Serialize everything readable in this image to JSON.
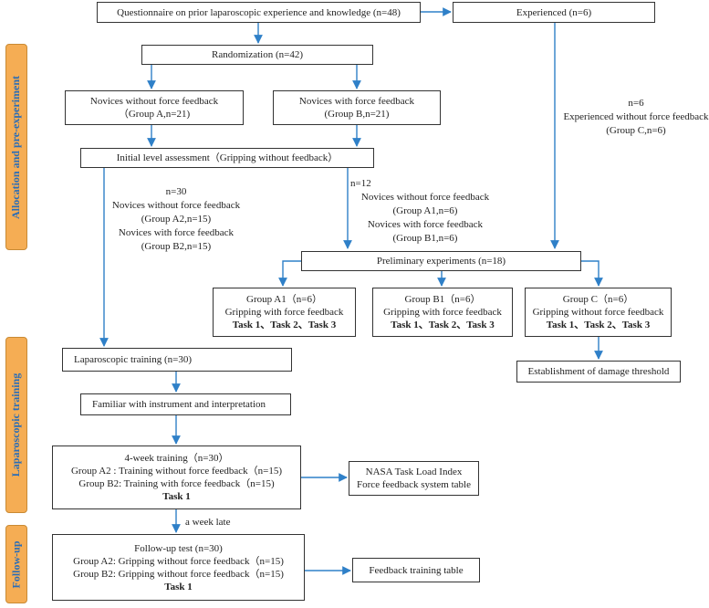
{
  "phases": {
    "allocation": "Allocation and pre-experiment",
    "training": "Laparoscopic training",
    "followup": "Follow-up"
  },
  "boxes": {
    "questionnaire": "Questionnaire on prior laparoscopic experience and knowledge (n=48)",
    "experienced": "Experienced (n=6)",
    "randomization": "Randomization (n=42)",
    "group_a": [
      "Novices without force feedback",
      "（Group A,n=21)"
    ],
    "group_b": [
      "Novices with force feedback",
      "(Group B,n=21)"
    ],
    "initial": "Initial level assessment（Gripping without feedback）",
    "preliminary": "Preliminary experiments (n=18)",
    "group_a1": [
      "Group A1（n=6）",
      "Gripping with force feedback",
      "Task 1、Task 2、Task 3"
    ],
    "group_b1": [
      "Group B1（n=6）",
      "Gripping with force feedback",
      "Task 1、Task 2、Task 3"
    ],
    "group_c": [
      "Group C（n=6）",
      "Gripping without force feedback",
      "Task 1、Task 2、Task 3"
    ],
    "damage": "Establishment of damage threshold",
    "lap_training": "Laparoscopic training (n=30)",
    "familiar": "Familiar with instrument and interpretation",
    "four_week": [
      "4-week training（n=30）",
      "Group A2 : Training without force feedback（n=15)",
      "Group B2: Training with force feedback（n=15)",
      "Task 1"
    ],
    "nasa": [
      "NASA Task Load Index",
      "Force feedback system table"
    ],
    "followup": [
      "Follow-up test (n=30)",
      "Group A2:  Gripping without force feedback（n=15)",
      "Group B2:  Gripping without force feedback（n=15)",
      "Task 1"
    ],
    "feedback_table": "Feedback training table"
  },
  "notes": {
    "n30": [
      "n=30",
      "Novices without force feedback",
      "(Group A2,n=15)",
      "Novices with force feedback",
      "(Group B2,n=15)"
    ],
    "n12": [
      "n=12",
      "Novices without force feedback",
      "(Group A1,n=6)",
      "Novices with force feedback",
      "(Group B1,n=6)"
    ],
    "n6": [
      "n=6",
      "Experienced without force feedback",
      "(Group C,n=6)"
    ],
    "week_late": "a week late"
  }
}
